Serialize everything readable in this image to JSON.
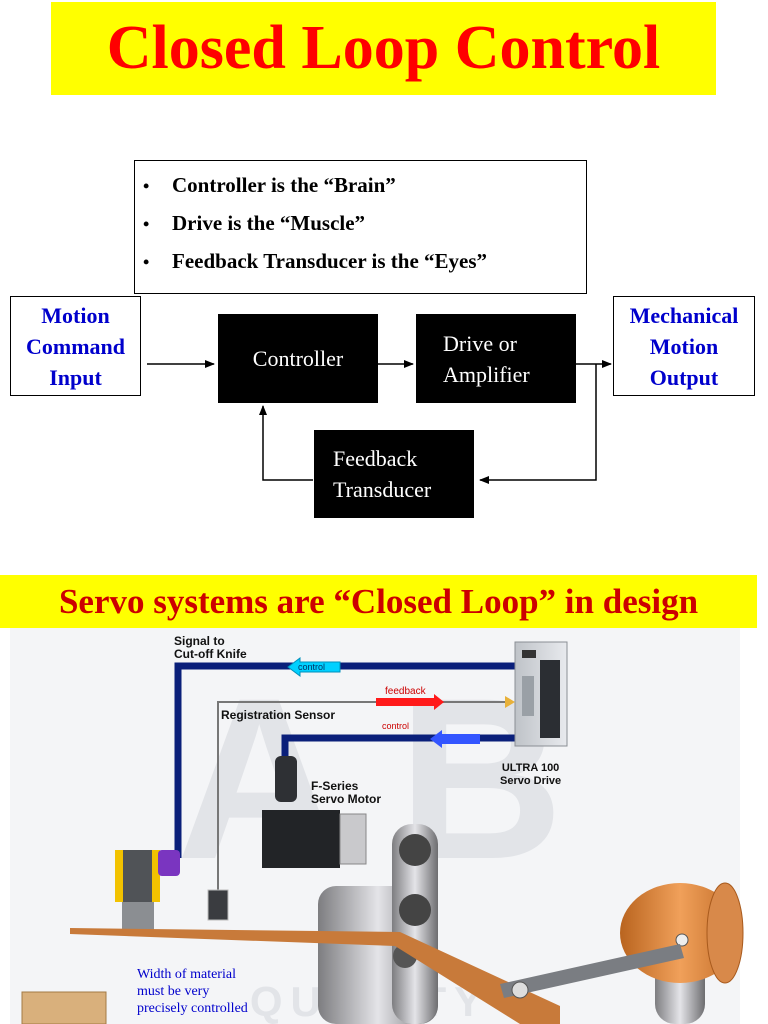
{
  "title": "Closed Loop Control",
  "roles": [
    "Controller is the “Brain”",
    "Drive is the “Muscle”",
    "Feedback Transducer is the “Eyes”"
  ],
  "diagram": {
    "input_lines": [
      "Motion",
      "Command",
      "Input"
    ],
    "controller": "Controller",
    "drive_lines": [
      "Drive or",
      "Amplifier"
    ],
    "feedback_lines": [
      "Feedback",
      "Transducer"
    ],
    "output_lines": [
      "Mechanical",
      "Motion",
      "Output"
    ]
  },
  "subtitle": "Servo systems are “Closed Loop” in design",
  "illustration": {
    "cutoff_lines": [
      "Signal to",
      "Cut-off Knife"
    ],
    "registration_sensor": "Registration Sensor",
    "motor_lines": [
      "F-Series",
      "Servo Motor"
    ],
    "drive_lines": [
      "ULTRA 100",
      "Servo Drive"
    ],
    "control_top": "control",
    "feedback": "feedback",
    "control_mid": "control",
    "width_note_lines": [
      "Width of material",
      "must be very",
      "precisely controlled"
    ],
    "watermark_letters": "A B",
    "watermark_word": "QUALITY",
    "colors": {
      "wire": "#0a1f7a",
      "control_arrow": "#00d0ff",
      "feedback_arrow": "#ff0000",
      "control_arrow_2": "#3355ff",
      "material": "#d4782a"
    }
  }
}
